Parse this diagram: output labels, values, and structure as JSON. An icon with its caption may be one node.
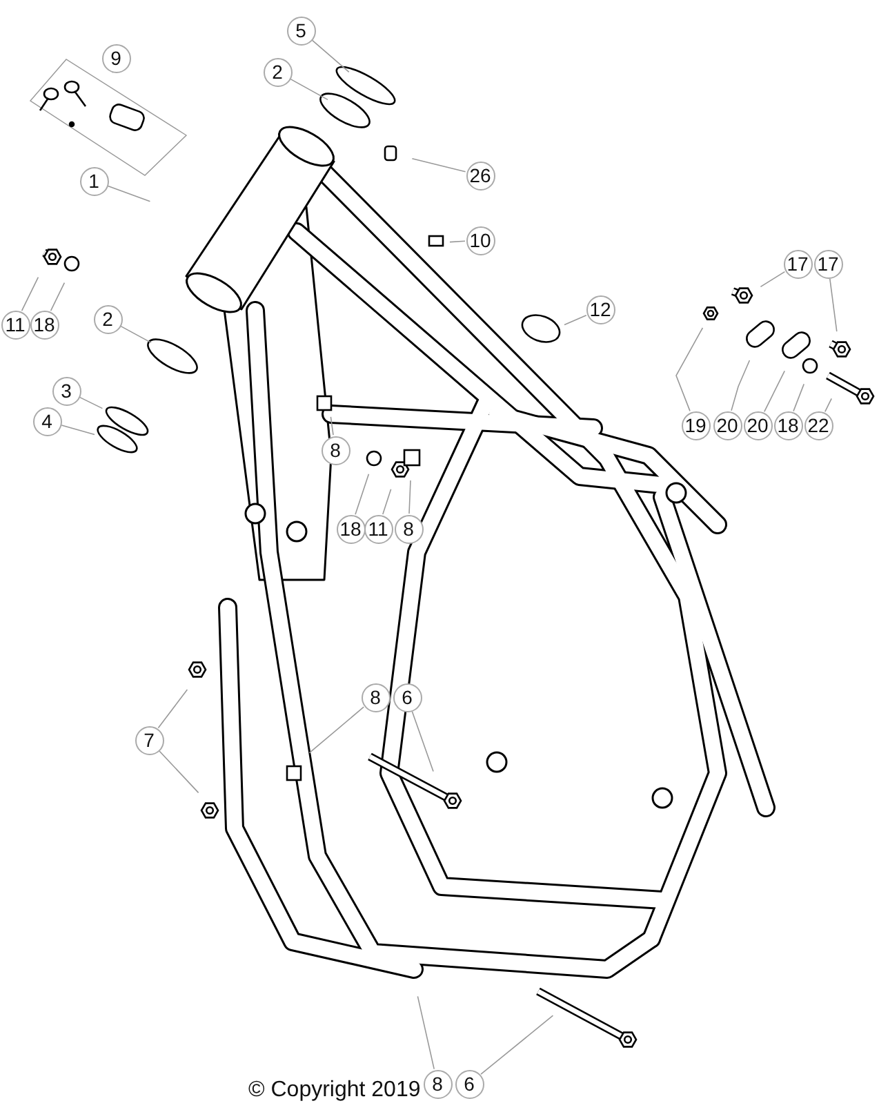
{
  "diagram": {
    "nodes": [
      {
        "text": [
          "9"
        ]
      },
      {
        "text": [
          "5"
        ]
      },
      {
        "text": [
          "2"
        ]
      },
      {
        "text": [
          "1"
        ]
      },
      {
        "text": [
          "26"
        ]
      },
      {
        "text": [
          "10"
        ]
      },
      {
        "text": [
          "11"
        ]
      },
      {
        "text": [
          "18"
        ]
      },
      {
        "text": [
          "2"
        ]
      },
      {
        "text": [
          "3"
        ]
      },
      {
        "text": [
          "4"
        ]
      },
      {
        "text": [
          "12"
        ]
      },
      {
        "text": [
          "17"
        ]
      },
      {
        "text": [
          "17"
        ]
      },
      {
        "text": [
          "19"
        ]
      },
      {
        "text": [
          "20"
        ]
      },
      {
        "text": [
          "20"
        ]
      },
      {
        "text": [
          "18"
        ]
      },
      {
        "text": [
          "22"
        ]
      },
      {
        "text": [
          "8"
        ]
      },
      {
        "text": [
          "18"
        ]
      },
      {
        "text": [
          "11"
        ]
      },
      {
        "text": [
          "8"
        ]
      },
      {
        "text": [
          "7"
        ]
      },
      {
        "text": [
          "8"
        ]
      },
      {
        "text": [
          "6"
        ]
      },
      {
        "text": [
          "8"
        ]
      },
      {
        "text": [
          "6"
        ]
      }
    ],
    "edges": [
      {
        "from": 0,
        "to": null,
        "arrow": "none"
      },
      {
        "from": 1,
        "to": null,
        "arrow": "none"
      },
      {
        "from": 2,
        "to": null,
        "arrow": "none"
      },
      {
        "from": 3,
        "to": null,
        "arrow": "none"
      },
      {
        "from": 4,
        "to": null,
        "arrow": "none"
      },
      {
        "from": 5,
        "to": null,
        "arrow": "none"
      },
      {
        "from": 6,
        "to": null,
        "arrow": "none"
      },
      {
        "from": 7,
        "to": null,
        "arrow": "none"
      },
      {
        "from": 8,
        "to": null,
        "arrow": "none"
      },
      {
        "from": 9,
        "to": null,
        "arrow": "none"
      },
      {
        "from": 10,
        "to": null,
        "arrow": "none"
      },
      {
        "from": 11,
        "to": null,
        "arrow": "none"
      },
      {
        "from": 12,
        "to": null,
        "arrow": "none"
      },
      {
        "from": 13,
        "to": null,
        "arrow": "none"
      },
      {
        "from": 14,
        "to": null,
        "arrow": "none"
      },
      {
        "from": 15,
        "to": null,
        "arrow": "none"
      },
      {
        "from": 16,
        "to": null,
        "arrow": "none"
      },
      {
        "from": 17,
        "to": null,
        "arrow": "none"
      },
      {
        "from": 18,
        "to": null,
        "arrow": "none"
      },
      {
        "from": 19,
        "to": null,
        "arrow": "none"
      },
      {
        "from": 20,
        "to": null,
        "arrow": "none"
      },
      {
        "from": 21,
        "to": null,
        "arrow": "none"
      },
      {
        "from": 22,
        "to": null,
        "arrow": "none"
      },
      {
        "from": 23,
        "to": null,
        "arrow": "none"
      },
      {
        "from": 23,
        "to": null,
        "arrow": "none"
      },
      {
        "from": 24,
        "to": null,
        "arrow": "none"
      },
      {
        "from": 25,
        "to": null,
        "arrow": "none"
      },
      {
        "from": 26,
        "to": null,
        "arrow": "none"
      },
      {
        "from": 27,
        "to": null,
        "arrow": "none"
      }
    ],
    "labels": [
      "© Copyright 2019"
    ]
  }
}
